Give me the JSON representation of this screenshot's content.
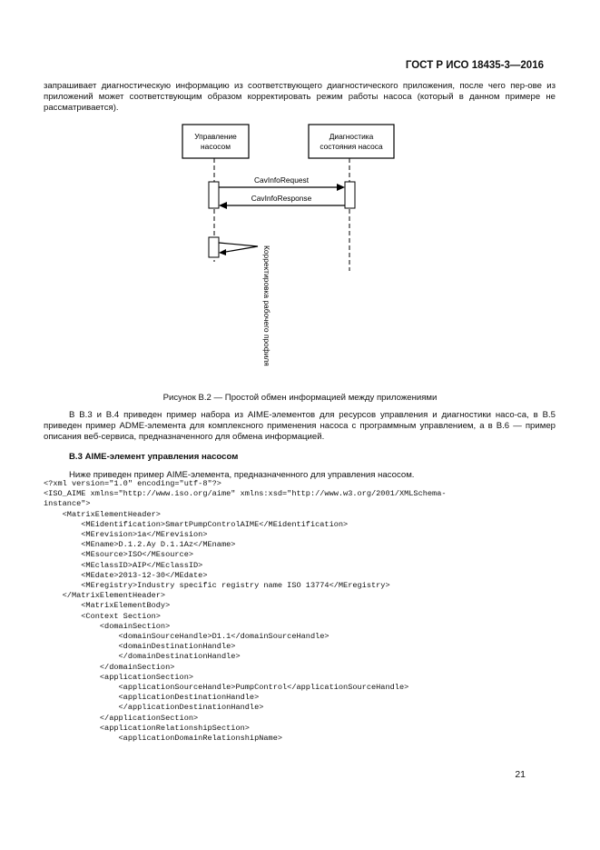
{
  "header": {
    "title": "ГОСТ Р ИСО 18435-3—2016"
  },
  "paragraph_1": "запрашивает диагностическую информацию из соответствующего диагностического приложения, после чего пер-ове из приложений может соответствующим образом корректировать режим работы насоса (который в данном примере не рассматривается).",
  "diagram": {
    "left_box": [
      "Управление",
      "насосом"
    ],
    "right_box": [
      "Диагностика",
      "состояния насоса"
    ],
    "message_request": "CavInfoRequest",
    "message_response": "CavInfoResponse",
    "self_action": "Корректировка рабочего профиля"
  },
  "figure_caption": "Рисунок В.2 — Простой обмен информацией между приложениями",
  "paragraph_2": "В В.3 и В.4 приведен пример набора из AIME-элементов для ресурсов управления и диагностики насо-са, в В.5 приведен пример ADME-элемента для комплексного применения насоса с программным управлением, а в В.6 — пример описания веб-сервиса, предназначенного для обмена информацией.",
  "section_title": "В.3 AIME-элемент управления насосом",
  "intro_text": "Ниже приведен пример AIME-элемента, предназначенного для управления насосом.",
  "code_lines": [
    "<?xml version=\"1.0\" encoding=\"utf-8\"?>",
    "<ISO_AIME xmlns=\"http://www.iso.org/aime\" xmlns:xsd=\"http://www.w3.org/2001/XMLSchema-",
    "instance\">",
    "    <MatrixElementHeader>",
    "        <MEidentification>SmartPumpControlAIME</MEidentification>",
    "        <MErevision>1a</MErevision>",
    "        <MEname>D.1.2.Ay D.1.1Az</MEname>",
    "        <MEsource>ISO</MEsource>",
    "        <MEclassID>AIP</MEclassID>",
    "        <MEdate>2013-12-30</MEdate>",
    "        <MEregistry>Industry specific registry name ISO 13774</MEregistry>",
    "    </MatrixElementHeader>",
    "        <MatrixElementBody>",
    "        <Context Section>",
    "            <domainSection>",
    "                <domainSourceHandle>D1.1</domainSourceHandle>",
    "                <domainDestinationHandle>",
    "                </domainDestinationHandle>",
    "            </domainSection>",
    "            <applicationSection>",
    "                <applicationSourceHandle>PumpControl</applicationSourceHandle>",
    "                <applicationDestinationHandle>",
    "                </applicationDestinationHandle>",
    "            </applicationSection>",
    "            <applicationRelationshipSection>",
    "                <applicationDomainRelationshipName>"
  ],
  "page_number": "21"
}
